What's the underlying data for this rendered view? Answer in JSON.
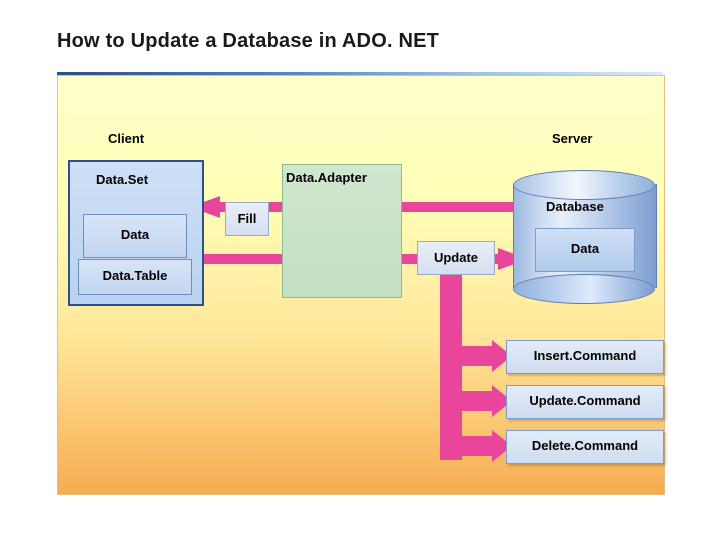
{
  "slide": {
    "title": "How to Update a Database in ADO. NET"
  },
  "labels": {
    "client": "Client",
    "server": "Server",
    "dataset": "Data.Set",
    "data": "Data",
    "datatable": "Data.Table",
    "adapter": "Data.Adapter",
    "fill": "Fill",
    "update": "Update",
    "database": "Database",
    "db_data": "Data"
  },
  "commands": [
    {
      "label": "Insert.Command"
    },
    {
      "label": "Update.Command"
    },
    {
      "label": "Delete.Command"
    }
  ],
  "colors": {
    "arrow": "#e8459b",
    "dataset_border": "#2d4f8a",
    "adapter_fill": "#cae0ca",
    "panel_top": "#ffffcc",
    "panel_bottom": "#f5ab51",
    "title_bar": "#2d4f8a"
  }
}
